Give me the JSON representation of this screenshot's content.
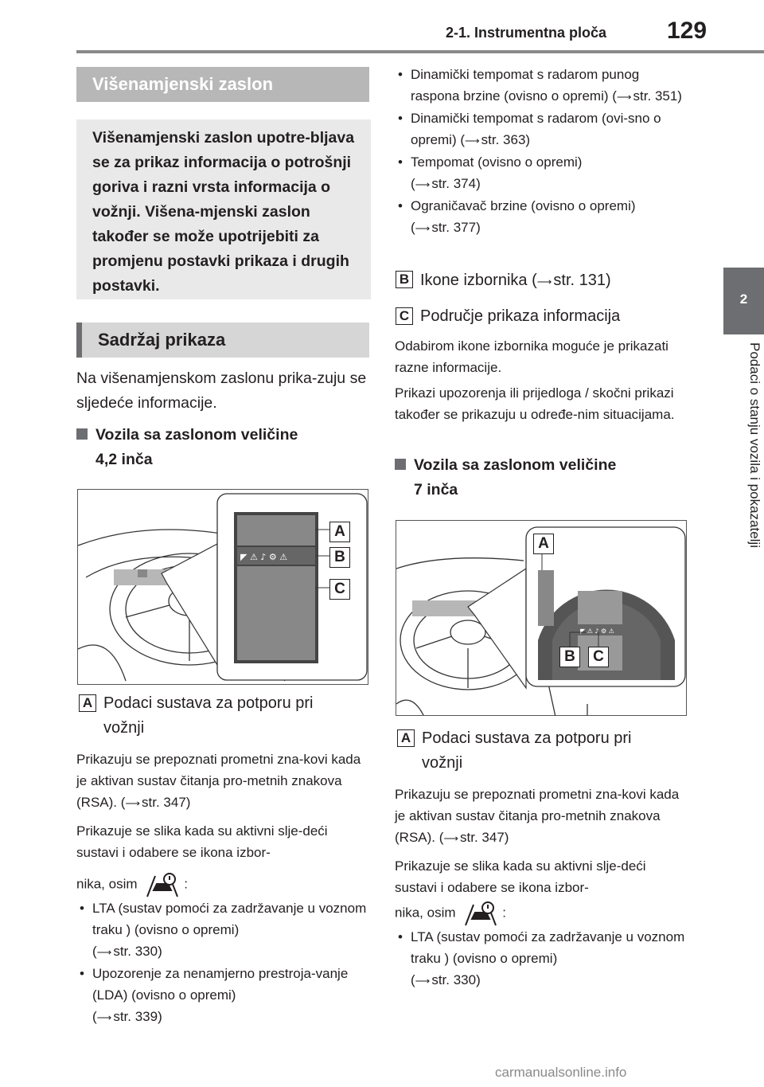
{
  "header": {
    "section": "2-1. Instrumentna ploča",
    "page_number": "129"
  },
  "side_tab": {
    "number": "2",
    "title": "Podaci o stanju vozila i pokazatelji"
  },
  "left": {
    "section_title": "Višenamjenski zaslon",
    "intro": "Višenamjenski zaslon upotre-bljava se za prikaz informacija o potrošnji goriva i razni vrsta informacija o vožnji. Višena-mjenski zaslon također se može upotrijebiti za promjenu postavki prikaza i drugih postavki.",
    "content_title": "Sadržaj prikaza",
    "content_text": "Na višenamjenskom zaslonu prika-zuju se sljedeće informacije.",
    "sub_title_a": "Vozila sa zaslonom veličine",
    "sub_title_b": "4,2 inča",
    "fig_labels": [
      "A",
      "B",
      "C"
    ],
    "item_a_key": "A",
    "item_a_label_1": "Podaci sustava za potporu pri",
    "item_a_label_2": "vožnji",
    "para1": "Prikazuju se prepoznati prometni zna-kovi kada je aktivan sustav čitanja pro-metnih znakova (RSA). (",
    "para1_ref": "str. 347)",
    "para2": "Prikazuje se slika kada su aktivni slje-deći sustavi i odabere se ikona izbor-",
    "para3_pre": "nika, osim",
    "para3_post": ":",
    "bullets": [
      {
        "text": "LTA (sustav pomoći za zadržavanje u voznom traku ) (ovisno o opremi)",
        "ref": "str. 330)"
      },
      {
        "text": "Upozorenje za nenamjerno prestroja-vanje (LDA) (ovisno o opremi)",
        "ref": "str. 339)"
      }
    ]
  },
  "right": {
    "bullets": [
      {
        "text": "Dinamički tempomat s radarom punog raspona brzine (ovisno o opremi) (",
        "ref": "str. 351)"
      },
      {
        "text": "Dinamički tempomat s radarom (ovi-sno o opremi) (",
        "ref": "str. 363)"
      },
      {
        "text": "Tempomat (ovisno o opremi)",
        "ref": "str. 374)"
      },
      {
        "text": "Ograničavač brzine (ovisno o opremi)",
        "ref": "str. 377)"
      }
    ],
    "item_b_key": "B",
    "item_b_label": "Ikone izbornika (",
    "item_b_ref": "str. 131)",
    "item_c_key": "C",
    "item_c_label": "Područje prikaza informacija",
    "para_c1": "Odabirom ikone izbornika moguće je prikazati razne informacije.",
    "para_c2": "Prikazi upozorenja ili prijedloga / skočni prikazi također se prikazuju u određe-nim situacijama.",
    "sub_title_a": "Vozila sa zaslonom veličine",
    "sub_title_b": "7 inča",
    "fig_labels": [
      "A",
      "B",
      "C"
    ],
    "item_a_key": "A",
    "item_a_label_1": "Podaci sustava za potporu pri",
    "item_a_label_2": "vožnji",
    "para1": "Prikazuju se prepoznati prometni zna-kovi kada je aktivan sustav čitanja pro-metnih znakova (RSA). (",
    "para1_ref": "str. 347)",
    "para2": "Prikazuje se slika kada su aktivni slje-deći sustavi i odabere se ikona izbor-",
    "para3_pre": "nika, osim",
    "para3_post": ":",
    "bullets2": [
      {
        "text": "LTA (sustav pomoći za zadržavanje u voznom traku ) (ovisno o opremi)",
        "ref": "str. 330)"
      }
    ]
  },
  "footer": {
    "watermark": "carmanualsonline.info"
  }
}
